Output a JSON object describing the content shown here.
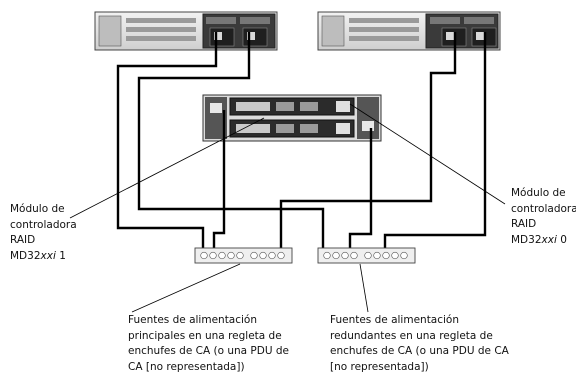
{
  "labels": {
    "raid_module_1": {
      "lines": [
        "Módulo de",
        "controladora",
        "RAID"
      ],
      "model_prefix": "MD32",
      "model_italic": "xxi",
      "model_suffix": " 1"
    },
    "raid_module_0": {
      "lines": [
        "Módulo de",
        "controladora",
        "RAID"
      ],
      "model_prefix": "MD32",
      "model_italic": "xxi",
      "model_suffix": " 0"
    },
    "main_power": {
      "lines": [
        "Fuentes de alimentación",
        "principales en una regleta de",
        "enchufes de CA (o una PDU de",
        "CA [no representada])"
      ]
    },
    "redundant_power": {
      "lines": [
        "Fuentes de alimentación",
        "redundantes en una regleta de",
        "enchufes de CA (o una PDU de CA",
        "[no representada])"
      ]
    }
  },
  "colors": {
    "cable": "#000000",
    "chassis_light": "#e6e6e6",
    "chassis_dark": "#2b2b2b",
    "strip": "#efefef"
  }
}
